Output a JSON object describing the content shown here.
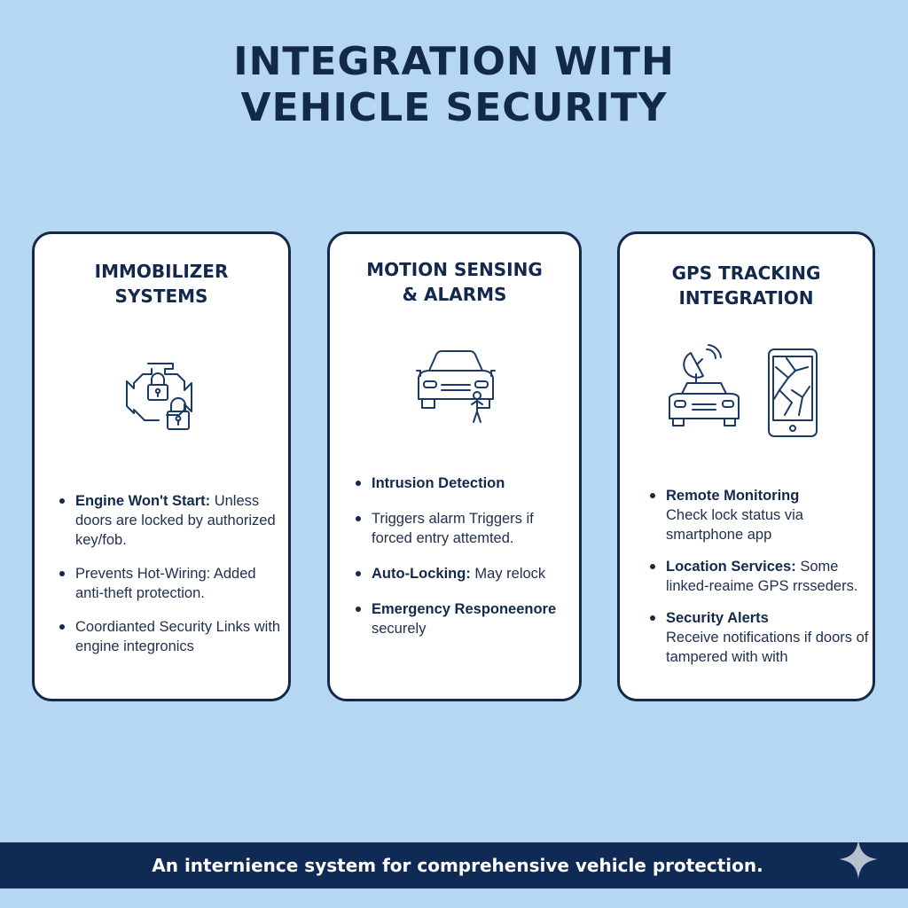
{
  "header": {
    "title_line1": "INTEGRATION WITH",
    "title_line2": "VEHICLE SECURITY"
  },
  "cards": [
    {
      "title_line1": "IMMOBILIZER",
      "title_line2": "SYSTEMS",
      "icon": "engine-lock-icon",
      "items": [
        {
          "bold": "Engine Won't Start:",
          "text": " Unless doors are locked by authorized key/fob."
        },
        {
          "bold": "",
          "text": "Prevents Hot-Wiring: Added anti-theft protection."
        },
        {
          "bold": "",
          "text": "Coordianted Security Links with engine integronics"
        }
      ]
    },
    {
      "title_line1": "MOTION SENSING",
      "title_line2": "& ALARMS",
      "icon": "car-motion-icon",
      "items": [
        {
          "bold": "Intrusion Detection",
          "text": ""
        },
        {
          "bold": "",
          "text": "Triggers alarm Triggers if forced entry attemted."
        },
        {
          "bold": "Auto-Locking:",
          "text": " May relock"
        },
        {
          "bold": "Emergency Responeenore",
          "text": "securely"
        }
      ]
    },
    {
      "title_line1": "GPS TRACKING",
      "title_line2": "INTEGRATION",
      "icon": "gps-car-phone-icon",
      "items": [
        {
          "bold": "Remote Monitoring",
          "text": "Check lock status via smartphone app"
        },
        {
          "bold": "Location Services:",
          "text": " Some linked-reaime GPS rrsseders."
        },
        {
          "bold": "Security Alerts",
          "text": "Receive notifications if doors of tampered with with"
        }
      ]
    }
  ],
  "footer": {
    "text": "An internience system for comprehensive vehicle protection."
  },
  "colors": {
    "background": "#b5d7f1",
    "navy": "#13294b",
    "footer_bar": "#0e2a55",
    "card": "#ffffff"
  }
}
